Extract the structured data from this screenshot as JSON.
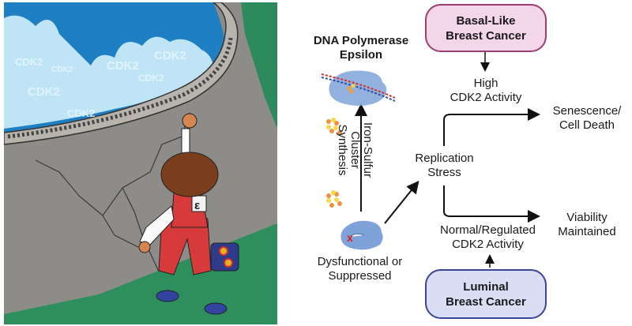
{
  "illustration": {
    "description": "Cartoon of a child with a shoulder bag plugging a crack in a DNA-rimmed dam holding back CDK2 water",
    "water_labels": [
      "CDK2",
      "CDK2",
      "CDK2",
      "CDK2",
      "CDK2",
      "CDK2",
      "CDK2"
    ],
    "shirt_label": "ε"
  },
  "diagram": {
    "polymerase_title_line1": "DNA Polymerase",
    "polymerase_title_line2": "Epsilon",
    "iron_sulfur_line1": "Iron-Sulfur",
    "iron_sulfur_line2": "Cluster",
    "iron_sulfur_line3": "Synthesis",
    "dysfunctional_line1": "Dysfunctional or",
    "dysfunctional_line2": "Suppressed",
    "replication_line1": "Replication",
    "replication_line2": "Stress",
    "basal_line1": "Basal-Like",
    "basal_line2": "Breast Cancer",
    "high_cdk2_line1": "High",
    "high_cdk2_line2": "CDK2 Activity",
    "senescence_line1": "Senescence/",
    "senescence_line2": "Cell Death",
    "viability_line1": "Viability",
    "viability_line2": "Maintained",
    "normal_cdk2_line1": "Normal/Regulated",
    "normal_cdk2_line2": "CDK2 Activity",
    "luminal_line1": "Luminal",
    "luminal_line2": "Breast Cancer"
  },
  "colors": {
    "basal_fill": "#f4d6ea",
    "basal_border": "#9c3d72",
    "luminal_fill": "#d9def4",
    "luminal_border": "#3a4693",
    "protein": "#7fa3d8",
    "error_mark": "#e01b1b"
  }
}
